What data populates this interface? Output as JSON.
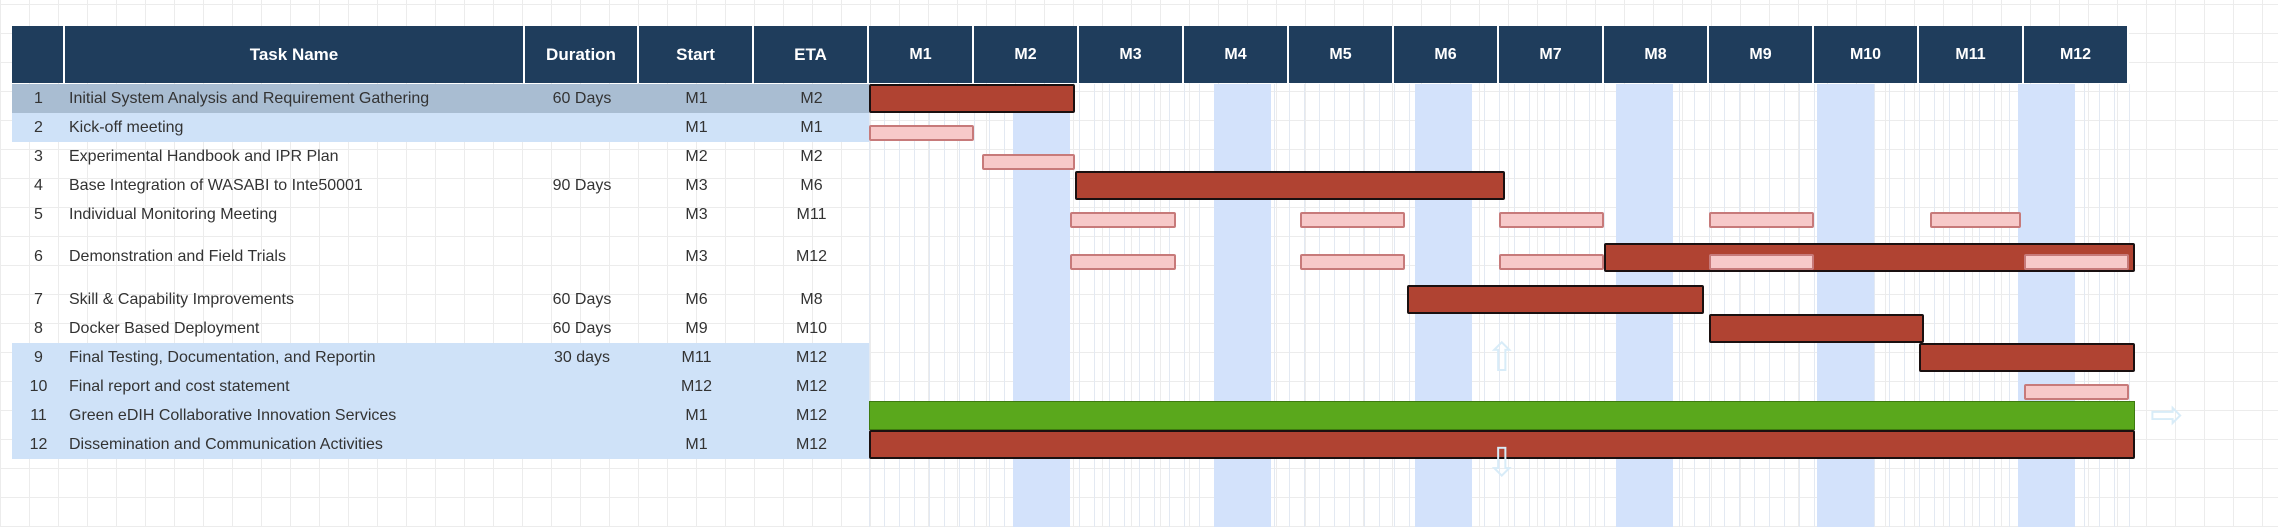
{
  "header": {
    "num": "",
    "task": "Task Name",
    "duration": "Duration",
    "start": "Start",
    "eta": "ETA",
    "months": [
      "M1",
      "M2",
      "M3",
      "M4",
      "M5",
      "M6",
      "M7",
      "M8",
      "M9",
      "M10",
      "M11",
      "M12"
    ]
  },
  "colors": {
    "header": "#1f3d5c",
    "bar_dark": "#b04332",
    "bar_light": "#f7c9c9",
    "bar_green": "#5aa81c",
    "row_selected": "#a9bdd2",
    "row_highlight": "#cfe2f8"
  },
  "tasks": [
    {
      "num": "1",
      "name": "Initial System Analysis and Requirement Gathering",
      "duration": "60 Days",
      "start": "M1",
      "eta": "M2",
      "highlight": "selected",
      "segments": [
        {
          "kind": "dark",
          "from": 0,
          "to": 1.96
        }
      ]
    },
    {
      "num": "2",
      "name": "Kick-off meeting",
      "duration": "",
      "start": "M1",
      "eta": "M1",
      "highlight": "blue",
      "segments": [
        {
          "kind": "pink",
          "from": 0,
          "to": 1
        }
      ]
    },
    {
      "num": "3",
      "name": "Experimental Handbook and IPR Plan",
      "duration": "",
      "start": "M2",
      "eta": "M2",
      "highlight": "none",
      "segments": [
        {
          "kind": "pink",
          "from": 1.08,
          "to": 1.96
        }
      ]
    },
    {
      "num": "4",
      "name": "Base Integration of WASABI to Inte50001",
      "duration": "90 Days",
      "start": "M3",
      "eta": "M6",
      "highlight": "none",
      "segments": [
        {
          "kind": "dark",
          "from": 1.96,
          "to": 6.06
        }
      ]
    },
    {
      "num": "5",
      "name": "Individual Monitoring Meeting",
      "duration": "",
      "start": "M3",
      "eta": "M11",
      "highlight": "none",
      "segments": [
        {
          "kind": "pink",
          "from": 1.91,
          "to": 2.92
        },
        {
          "kind": "pink",
          "from": 4.1,
          "to": 5.1
        },
        {
          "kind": "pink",
          "from": 6.0,
          "to": 7.0
        },
        {
          "kind": "pink",
          "from": 8.0,
          "to": 9.0
        },
        {
          "kind": "pink",
          "from": 10.1,
          "to": 10.97
        }
      ]
    },
    {
      "num": "6",
      "name": "Demonstration and Field Trials",
      "duration": "",
      "start": "M3",
      "eta": "M12",
      "highlight": "none",
      "tall": true,
      "segments": [
        {
          "kind": "pink",
          "from": 1.91,
          "to": 2.92
        },
        {
          "kind": "pink",
          "from": 4.1,
          "to": 5.1
        },
        {
          "kind": "pink",
          "from": 6.0,
          "to": 7.0
        },
        {
          "kind": "dark",
          "from": 7.0,
          "to": 12.06
        },
        {
          "kind": "pink",
          "from": 8.0,
          "to": 9.0
        },
        {
          "kind": "pink",
          "from": 11.0,
          "to": 12.0
        }
      ]
    },
    {
      "num": "7",
      "name": "Skill & Capability Improvements",
      "duration": "60 Days",
      "start": "M6",
      "eta": "M8",
      "highlight": "none",
      "segments": [
        {
          "kind": "dark",
          "from": 5.12,
          "to": 7.95
        }
      ]
    },
    {
      "num": "8",
      "name": "Docker Based Deployment",
      "duration": "60 Days",
      "start": "M9",
      "eta": "M10",
      "highlight": "none",
      "segments": [
        {
          "kind": "dark",
          "from": 8.0,
          "to": 10.05
        }
      ]
    },
    {
      "num": "9",
      "name": "Final Testing, Documentation, and Reportin",
      "duration": "30 days",
      "start": "M11",
      "eta": "M12",
      "highlight": "blue",
      "segments": [
        {
          "kind": "dark",
          "from": 10.0,
          "to": 12.06
        }
      ]
    },
    {
      "num": "10",
      "name": "Final report and cost statement",
      "duration": "",
      "start": "M12",
      "eta": "M12",
      "highlight": "blue",
      "segments": [
        {
          "kind": "pink",
          "from": 11.0,
          "to": 12.0
        }
      ]
    },
    {
      "num": "11",
      "name": "Green eDIH Collaborative Innovation Services",
      "duration": "",
      "start": "M1",
      "eta": "M12",
      "highlight": "blue",
      "segments": [
        {
          "kind": "green",
          "from": 0,
          "to": 12.06
        }
      ]
    },
    {
      "num": "12",
      "name": "Dissemination and Communication Activities",
      "duration": "",
      "start": "M1",
      "eta": "M12",
      "highlight": "blue",
      "segments": [
        {
          "kind": "dark",
          "from": 0,
          "to": 12.06
        }
      ]
    }
  ]
}
